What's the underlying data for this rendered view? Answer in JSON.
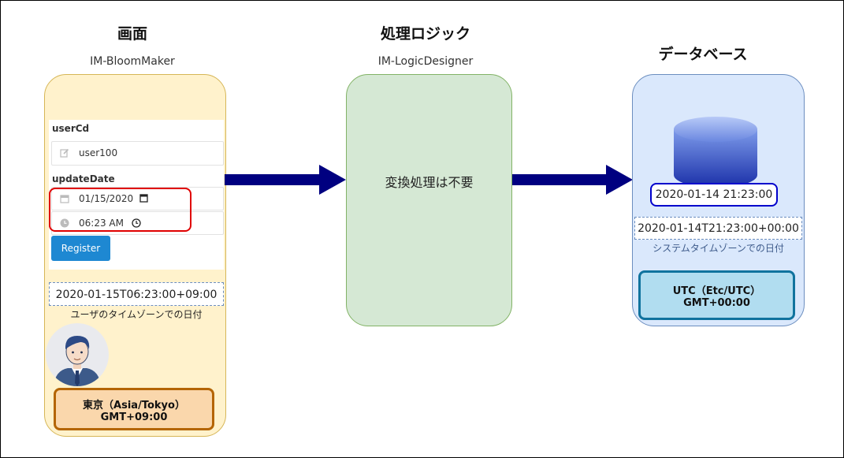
{
  "columns": {
    "screen": {
      "title": "画面",
      "subtitle": "IM-BloomMaker"
    },
    "logic": {
      "title": "処理ロジック",
      "subtitle": "IM-LogicDesigner",
      "note": "変換処理は不要"
    },
    "database": {
      "title": "データベース"
    }
  },
  "form": {
    "user_label": "userCd",
    "user_value": "user100",
    "date_label": "updateDate",
    "date_value": "01/15/2020",
    "time_value": "06:23 AM",
    "register_label": "Register"
  },
  "screen": {
    "user_datetime": "2020-01-15T06:23:00+09:00",
    "user_datetime_caption": "ユーザのタイムゾーンでの日付",
    "timezone_line1": "東京（Asia/Tokyo）",
    "timezone_line2": "GMT+09:00"
  },
  "database": {
    "stored_value": "2020-01-14 21:23:00",
    "system_datetime": "2020-01-14T21:23:00+00:00",
    "system_datetime_caption": "システムタイムゾーンでの日付",
    "timezone_line1": "UTC（Etc/UTC）",
    "timezone_line2": "GMT+00:00"
  },
  "colors": {
    "arrow": "#000080",
    "screen_fill": "#fff2cc",
    "logic_fill": "#d5e8d4",
    "db_fill": "#dae8fc",
    "highlight_red": "#e00000",
    "button_blue": "#1e88d2",
    "tz_screen_fill": "#fad7ac",
    "tz_screen_border": "#b46504",
    "tz_db_fill": "#b1ddf0",
    "tz_db_border": "#10739e",
    "db_value_border": "#0000cc"
  },
  "icons": [
    "edit-icon",
    "calendar-icon",
    "clock-icon",
    "database-icon",
    "user-avatar-icon",
    "arrow-right-icon"
  ]
}
